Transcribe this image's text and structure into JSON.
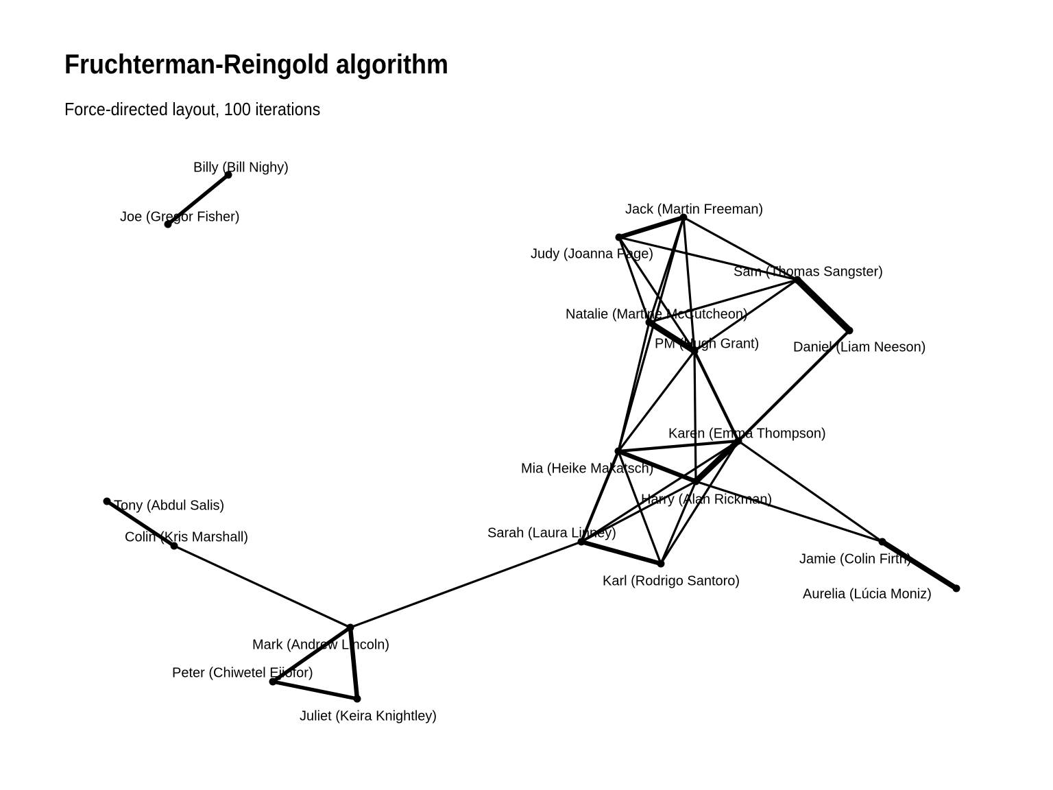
{
  "header": {
    "title": "Fruchterman-Reingold algorithm",
    "subtitle": "Force-directed layout, 100 iterations"
  },
  "graph": {
    "nodes": [
      {
        "id": "billy",
        "label": "Billy (Bill Nighy)"
      },
      {
        "id": "joe",
        "label": "Joe (Gregor Fisher)"
      },
      {
        "id": "jack",
        "label": "Jack (Martin Freeman)"
      },
      {
        "id": "judy",
        "label": "Judy (Joanna Page)"
      },
      {
        "id": "sam",
        "label": "Sam (Thomas Sangster)"
      },
      {
        "id": "natalie",
        "label": "Natalie (Martine McCutcheon)"
      },
      {
        "id": "pm",
        "label": "PM (Hugh Grant)"
      },
      {
        "id": "daniel",
        "label": "Daniel (Liam Neeson)"
      },
      {
        "id": "karen",
        "label": "Karen (Emma Thompson)"
      },
      {
        "id": "mia",
        "label": "Mia (Heike Makatsch)"
      },
      {
        "id": "harry",
        "label": "Harry (Alan Rickman)"
      },
      {
        "id": "tony",
        "label": "Tony (Abdul Salis)"
      },
      {
        "id": "colin",
        "label": "Colin (Kris Marshall)"
      },
      {
        "id": "sarah",
        "label": "Sarah (Laura Linney)"
      },
      {
        "id": "karl",
        "label": "Karl (Rodrigo Santoro)"
      },
      {
        "id": "jamie",
        "label": "Jamie (Colin Firth)"
      },
      {
        "id": "aurelia",
        "label": "Aurelia (Lúcia Moniz)"
      },
      {
        "id": "mark",
        "label": "Mark (Andrew Lincoln)"
      },
      {
        "id": "peter",
        "label": "Peter (Chiwetel Ejiofor)"
      },
      {
        "id": "juliet",
        "label": "Juliet (Keira Knightley)"
      }
    ],
    "edges": [
      {
        "source": "billy",
        "target": "joe",
        "weight": 4
      },
      {
        "source": "jack",
        "target": "judy",
        "weight": 5
      },
      {
        "source": "sam",
        "target": "daniel",
        "weight": 8
      },
      {
        "source": "natalie",
        "target": "pm",
        "weight": 7
      },
      {
        "source": "karen",
        "target": "harry",
        "weight": 7
      },
      {
        "source": "mia",
        "target": "harry",
        "weight": 5
      },
      {
        "source": "sarah",
        "target": "karl",
        "weight": 5
      },
      {
        "source": "jamie",
        "target": "aurelia",
        "weight": 6
      },
      {
        "source": "tony",
        "target": "colin",
        "weight": 4
      },
      {
        "source": "mark",
        "target": "juliet",
        "weight": 5
      },
      {
        "source": "mark",
        "target": "peter",
        "weight": 4
      },
      {
        "source": "peter",
        "target": "juliet",
        "weight": 4
      },
      {
        "source": "pm",
        "target": "karen",
        "weight": 3
      },
      {
        "source": "daniel",
        "target": "karen",
        "weight": 3
      },
      {
        "source": "mia",
        "target": "sarah",
        "weight": 3
      },
      {
        "source": "mia",
        "target": "karen",
        "weight": 3
      },
      {
        "source": "colin",
        "target": "mark",
        "weight": 2
      },
      {
        "source": "mark",
        "target": "sarah",
        "weight": 2
      },
      {
        "source": "jack",
        "target": "pm",
        "weight": 2
      },
      {
        "source": "jack",
        "target": "sam",
        "weight": 2
      },
      {
        "source": "jack",
        "target": "mia",
        "weight": 2
      },
      {
        "source": "judy",
        "target": "sam",
        "weight": 2
      },
      {
        "source": "judy",
        "target": "pm",
        "weight": 2
      },
      {
        "source": "judy",
        "target": "natalie",
        "weight": 2
      },
      {
        "source": "jack",
        "target": "natalie",
        "weight": 2
      },
      {
        "source": "natalie",
        "target": "sam",
        "weight": 2
      },
      {
        "source": "natalie",
        "target": "mia",
        "weight": 2
      },
      {
        "source": "pm",
        "target": "sam",
        "weight": 2
      },
      {
        "source": "pm",
        "target": "harry",
        "weight": 2
      },
      {
        "source": "pm",
        "target": "mia",
        "weight": 2
      },
      {
        "source": "mia",
        "target": "karl",
        "weight": 2
      },
      {
        "source": "harry",
        "target": "sarah",
        "weight": 2
      },
      {
        "source": "harry",
        "target": "karl",
        "weight": 2
      },
      {
        "source": "karen",
        "target": "karl",
        "weight": 2
      },
      {
        "source": "karen",
        "target": "sarah",
        "weight": 2
      },
      {
        "source": "karen",
        "target": "jamie",
        "weight": 2
      },
      {
        "source": "harry",
        "target": "jamie",
        "weight": 2
      }
    ]
  }
}
